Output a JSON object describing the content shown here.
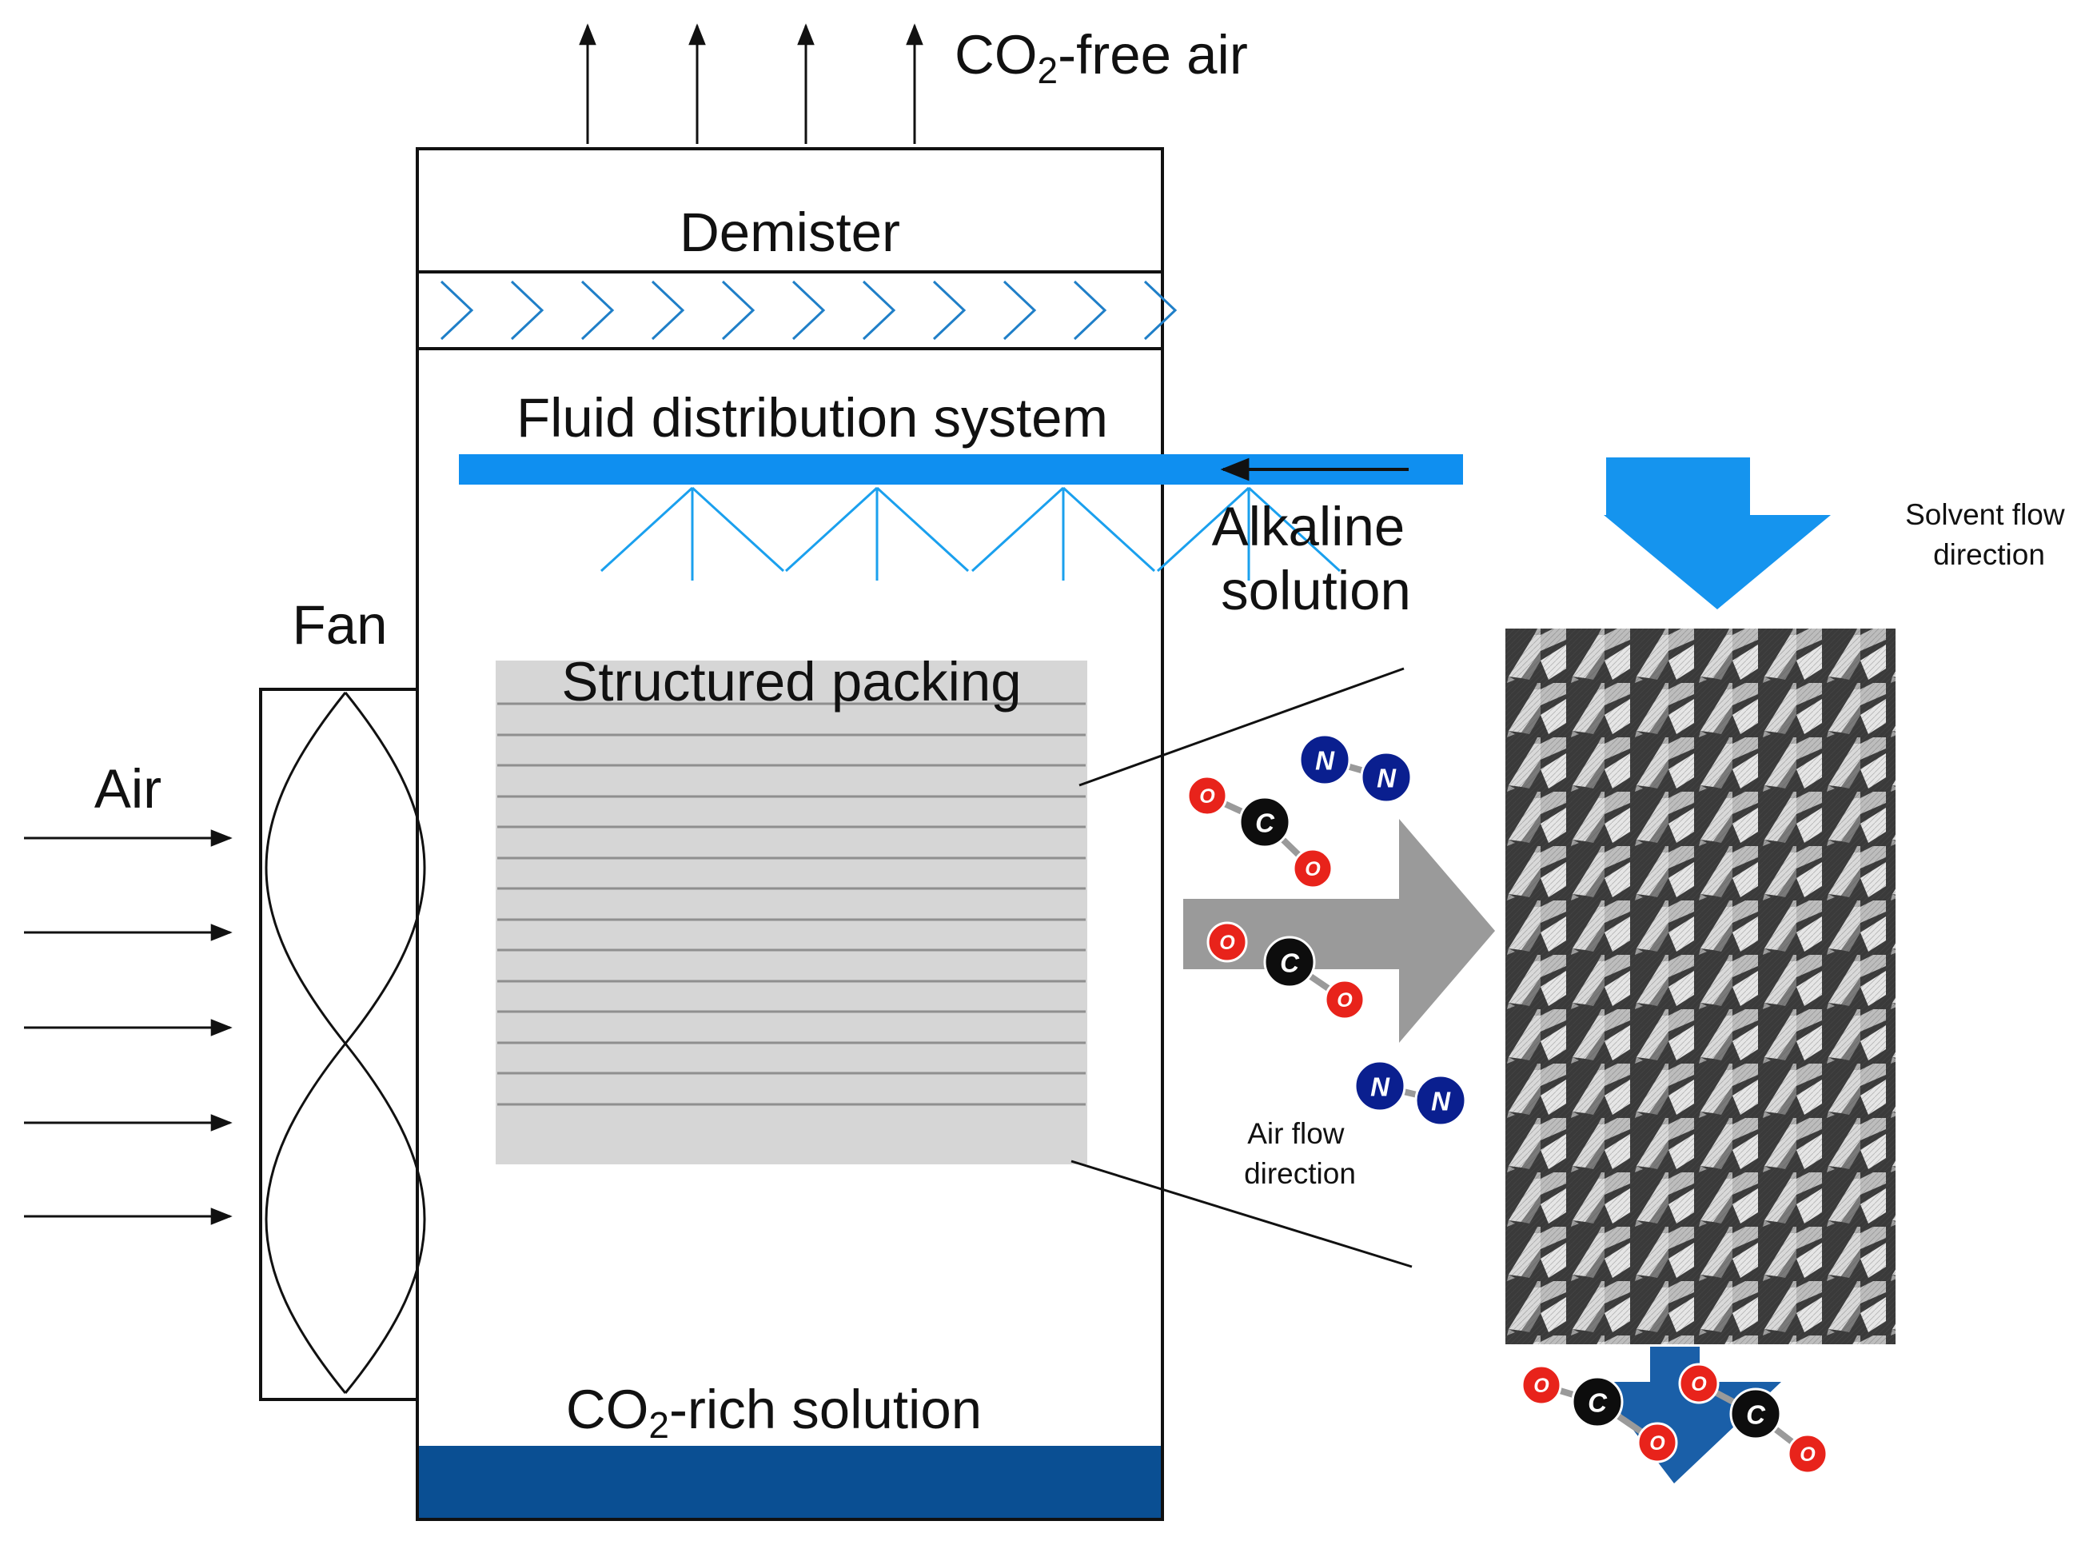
{
  "labels": {
    "co2_free_air_prefix": "CO",
    "co2_free_air_sub": "2",
    "co2_free_air_suffix": "-free air",
    "demister": "Demister",
    "fluid_distribution": "Fluid distribution system",
    "alkaline_line1": "Alkaline",
    "alkaline_line2": "solution",
    "fan": "Fan",
    "air": "Air",
    "structured_packing": "Structured packing",
    "co2_rich_prefix": "CO",
    "co2_rich_sub": "2",
    "co2_rich_suffix": "-rich solution",
    "solvent_flow_line1": "Solvent flow",
    "solvent_flow_line2": "direction",
    "air_flow_line1": "Air flow",
    "air_flow_line2": "direction"
  },
  "molecule_letters": {
    "oxygen": "O",
    "carbon": "C",
    "nitrogen": "N"
  },
  "colors": {
    "fluid_pipe": "#0f8ff0",
    "spray": "#1aa0ee",
    "demister_chevron": "#1f7fc8",
    "solvent_arrow": "#1594ee",
    "co2_rich_pool": "#0a4f93",
    "bottom_arrow": "#1a5fa8",
    "packing_fill": "#d6d6d6",
    "packing_line": "#8f8f8f",
    "air_arrow": "#9a9a9a",
    "oxygen": "#e8231b",
    "carbon": "#0d0d0d",
    "nitrogen": "#0a1f8f",
    "bond": "#9a9a9a",
    "packing_photo_bg": "#3c3c3c",
    "packing_photo_fin": "#d4d4d4"
  }
}
